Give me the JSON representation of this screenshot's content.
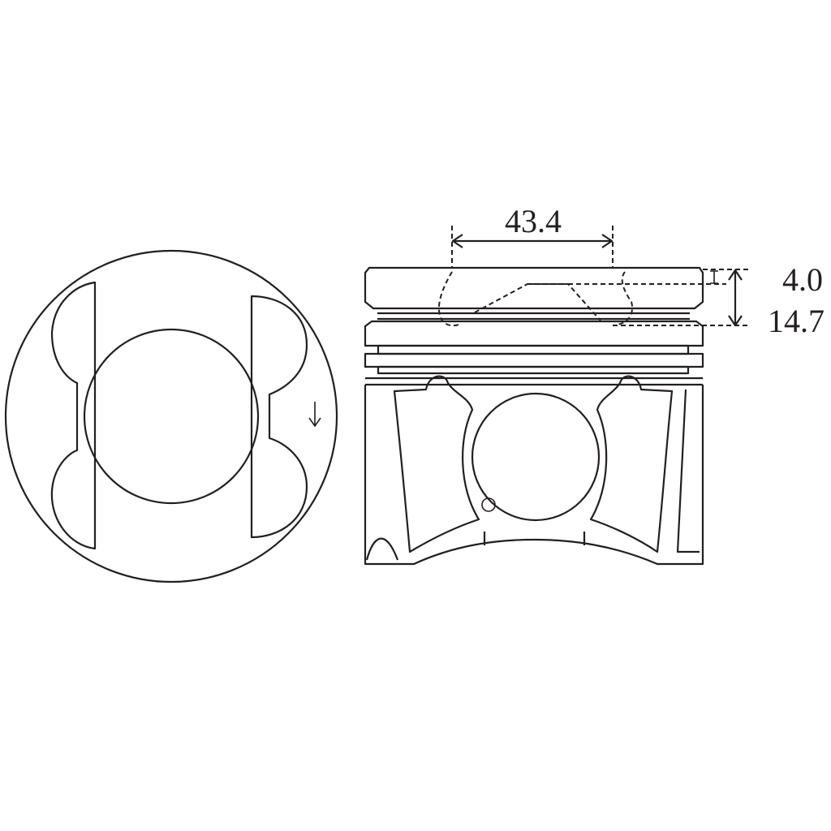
{
  "dimensions": {
    "bowl_diameter": "43.4",
    "bowl_offset_depth": "4.0",
    "compression_height": "14.7"
  },
  "colors": {
    "line": "#231f20",
    "background": "#ffffff"
  }
}
